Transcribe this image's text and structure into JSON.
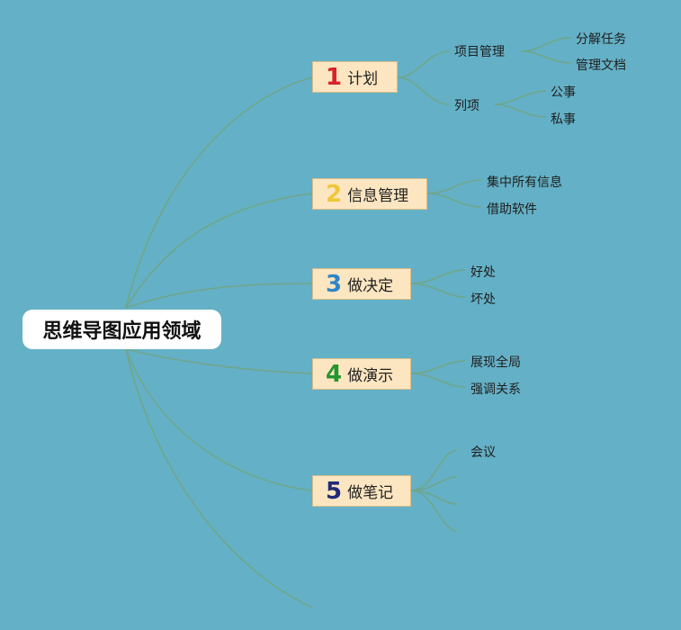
{
  "root": "思维导图应用领域",
  "colors": {
    "background": "#64b0c6",
    "line": "#6fa68a",
    "node_fill": "#fce6c1",
    "num1": "#d8232a",
    "num2": "#f0c63a",
    "num3": "#2f86c8",
    "num4": "#24962e",
    "num5": "#1f2a78"
  },
  "branches": [
    {
      "num": "1",
      "label": "计划",
      "children": [
        {
          "label": "项目管理",
          "children": [
            {
              "label": "分解任务"
            },
            {
              "label": "管理文档"
            }
          ]
        },
        {
          "label": "列项",
          "children": [
            {
              "label": "公事"
            },
            {
              "label": "私事"
            }
          ]
        }
      ]
    },
    {
      "num": "2",
      "label": "信息管理",
      "children": [
        {
          "label": "集中所有信息"
        },
        {
          "label": "借助软件"
        }
      ]
    },
    {
      "num": "3",
      "label": "做决定",
      "children": [
        {
          "label": "好处"
        },
        {
          "label": "坏处"
        }
      ]
    },
    {
      "num": "4",
      "label": "做演示",
      "children": [
        {
          "label": "展现全局"
        },
        {
          "label": "强调关系"
        }
      ]
    },
    {
      "num": "5",
      "label": "做笔记",
      "children": [
        {
          "label": "会议"
        },
        {
          "label": ""
        },
        {
          "label": ""
        },
        {
          "label": ""
        }
      ]
    }
  ]
}
